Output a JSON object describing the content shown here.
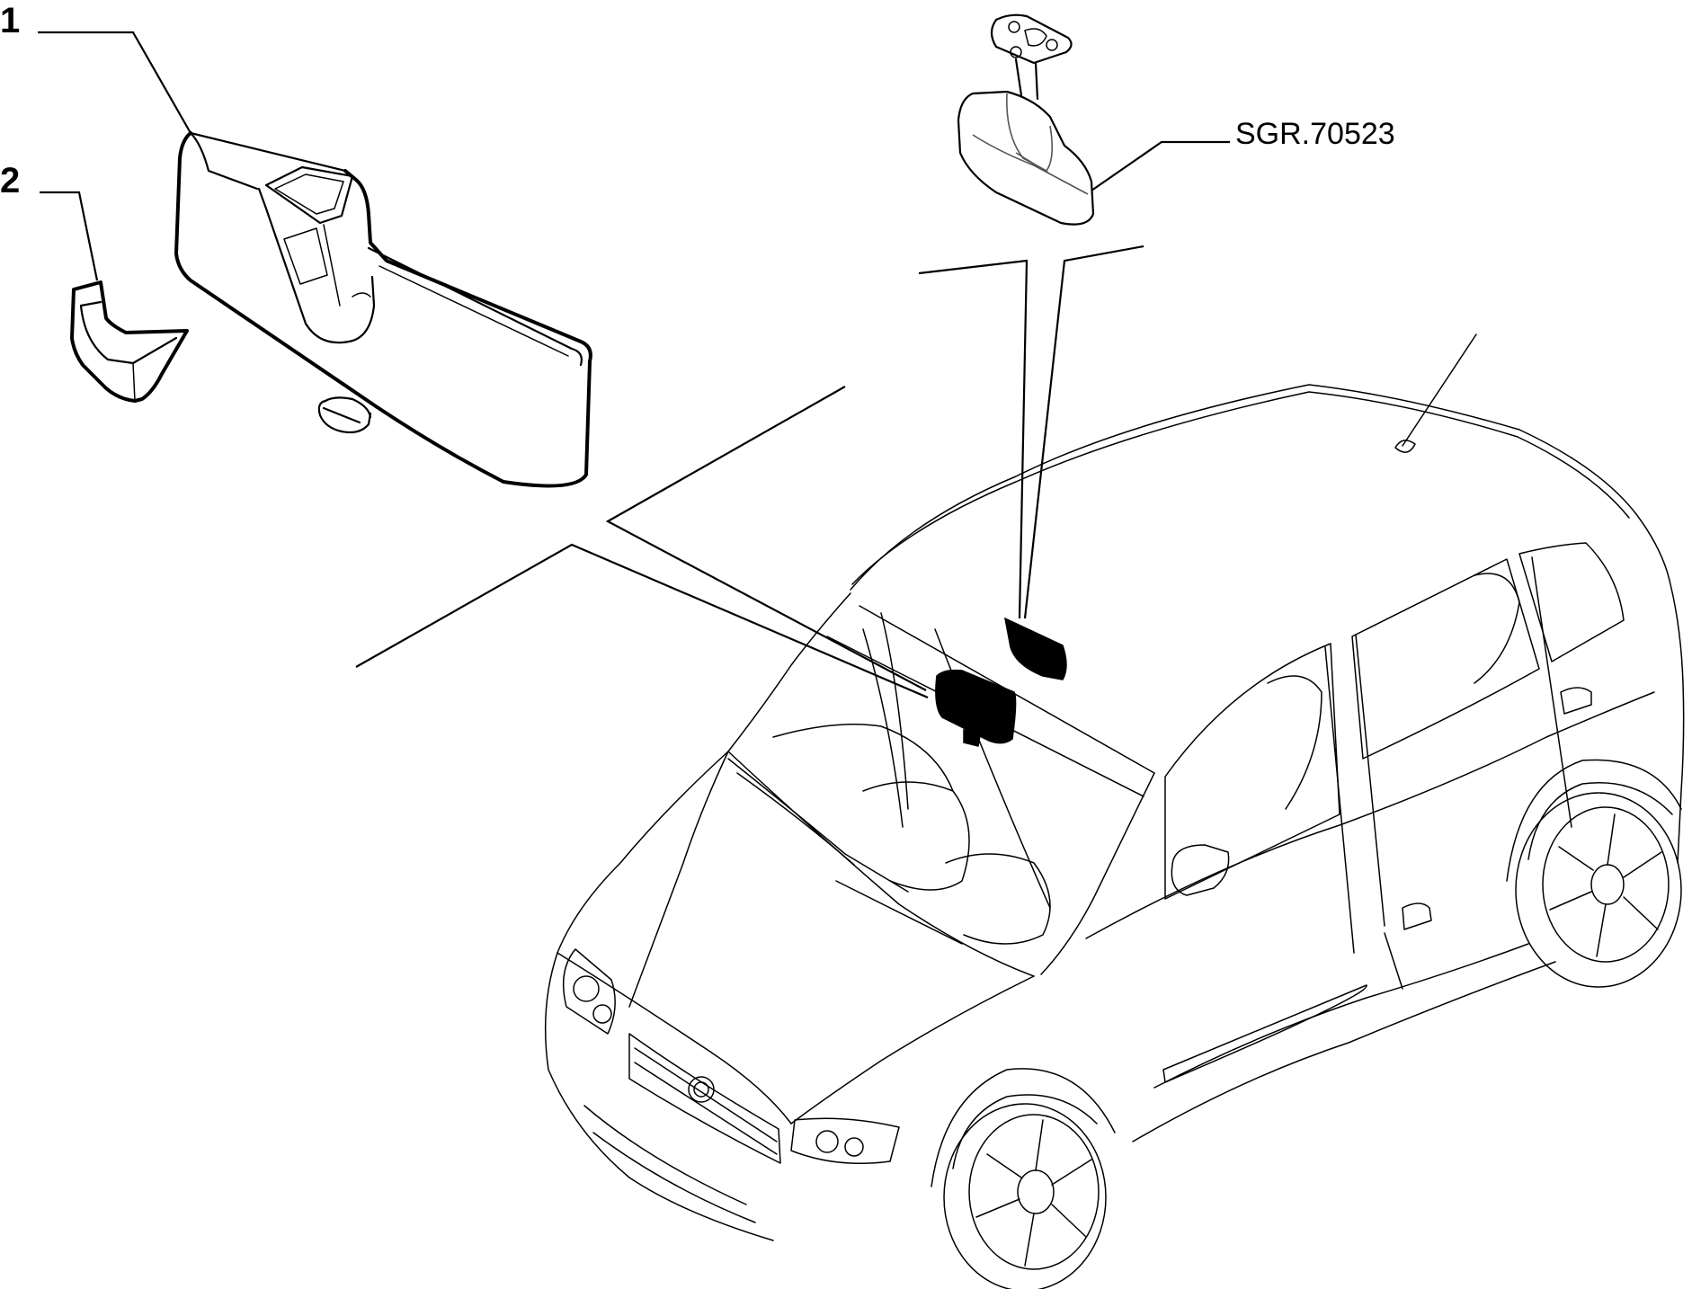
{
  "callouts": {
    "item_1": "1",
    "item_2": "2"
  },
  "reference_code": "SGR.70523",
  "icons": {
    "rear_view_mirror": "rear-view-mirror-icon",
    "mirror_cover": "mirror-cover-icon",
    "mounted_mirror": "mounted-mirror-icon",
    "vehicle": "car-outline-icon"
  },
  "colors": {
    "line": "#000000",
    "background": "#ffffff"
  }
}
